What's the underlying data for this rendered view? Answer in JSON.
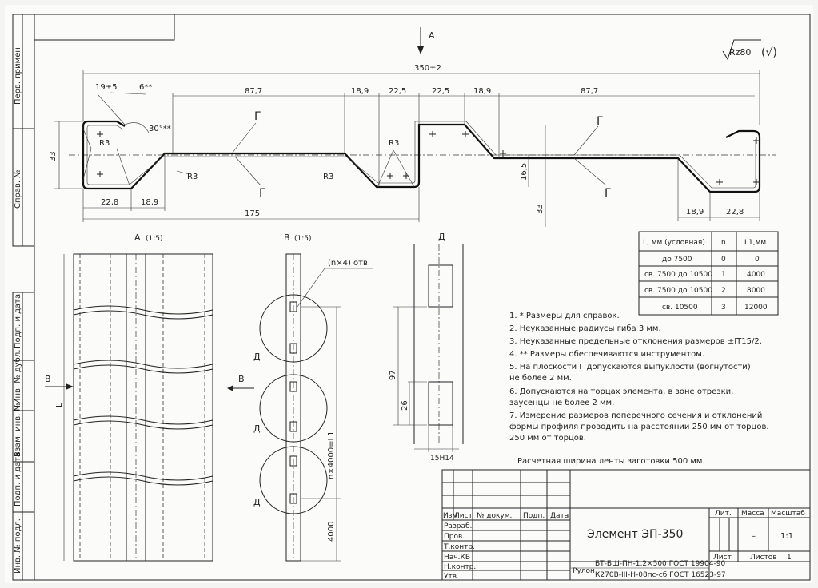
{
  "side_stamps": {
    "perv_primen": "Перв. примен.",
    "sprav_no": "Справ. №",
    "podp_data_1": "Подп. и дата",
    "inv_dubl": "Инв. № дубл.",
    "vzam_inv": "Взам. инв. №",
    "podp_data_2": "Подп. и дата",
    "inv_podl": "Инв. № подл."
  },
  "roughness": "Rz80",
  "roughness_paren": "(√)",
  "view_arrow_a": "А",
  "profile": {
    "dim_total": "350±2",
    "dim_19": "19±5",
    "dim_6": "6**",
    "dim_30": "30°**",
    "dim_87_left": "87,7",
    "dim_18_9_a": "18,9",
    "dim_22_5_a": "22,5",
    "dim_22_5_b": "22,5",
    "dim_18_9_b": "18,9",
    "dim_87_right": "87,7",
    "dim_33_left": "33",
    "dim_33_right": "33",
    "dim_16_5": "16,5",
    "dim_22_8_left": "22,8",
    "dim_18_9_left": "18,9",
    "dim_175": "175",
    "dim_18_9_right": "18,9",
    "dim_22_8_right": "22,8",
    "r3_a": "R3",
    "r3_b": "R3",
    "r3_c": "R3",
    "r3_d": "R3",
    "g_1": "Г",
    "g_2": "Г",
    "g_3": "Г",
    "g_4": "Г"
  },
  "view_a": {
    "label": "А",
    "scale": "(1:5)",
    "arrow_b": "В",
    "dim_l": "L"
  },
  "view_b": {
    "label": "В",
    "scale": "(1:5)",
    "holes": "(n×4) отв.",
    "d1": "Д",
    "d2": "Д",
    "d3": "Д",
    "dim_nl": "n×4000=L1",
    "dim_4000": "4000",
    "arrow_b": "В"
  },
  "view_d": {
    "label": "Д",
    "dim_97": "97",
    "dim_26": "26",
    "dim_15": "15H14"
  },
  "table": {
    "headers": [
      "L, мм (условная)",
      "n",
      "L1,мм"
    ],
    "rows": [
      [
        "до 7500",
        "0",
        "0"
      ],
      [
        "св. 7500 до 10500",
        "1",
        "4000"
      ],
      [
        "св. 7500 до 10500",
        "2",
        "8000"
      ],
      [
        "св. 10500",
        "3",
        "12000"
      ]
    ]
  },
  "notes": [
    "1. * Размеры для справок.",
    "2. Неуказанные радиусы гиба 3 мм.",
    "3. Неуказанные предельные отклонения размеров ±IT15/2.",
    "4. ** Размеры обеспечиваются инструментом.",
    "5. На плоскости Г допускаются выпуклости (вогнутости)",
    "   не более 2 мм.",
    "6. Допускаются на торцах элемента, в зоне отрезки,",
    "   заусенцы не более 2 мм.",
    "7. Измерение размеров поперечного сечения и отклонений",
    "   формы профиля проводить на расстоянии 250 мм от торцов.",
    "   250 мм от торцов."
  ],
  "blank_width": "Расчетная ширина ленты заготовки 500 мм.",
  "title_block": {
    "izm": "Изм",
    "list": "Лист",
    "dokum": "№ докум.",
    "podp": "Подп.",
    "data": "Дата",
    "razrab": "Разраб.",
    "prov": "Пров.",
    "tkontr": "Т.контр.",
    "nach": "Нач.КБ",
    "nkontr": "Н.контр.",
    "utv": "Утв.",
    "title": "Элемент ЭП-350",
    "lit": "Лит.",
    "massa": "Масса",
    "masshtab": "Масштаб",
    "mass_val": "–",
    "scale_val": "1:1",
    "sheet": "Лист",
    "sheets": "Листов",
    "sheets_val": "1",
    "rulon": "Рулон",
    "material_1": "БТ-БШ-ПН-1,2×500 ГОСТ 19904-90",
    "material_2": "К270В-III-Н-08пс-сб ГОСТ 16523-97"
  }
}
